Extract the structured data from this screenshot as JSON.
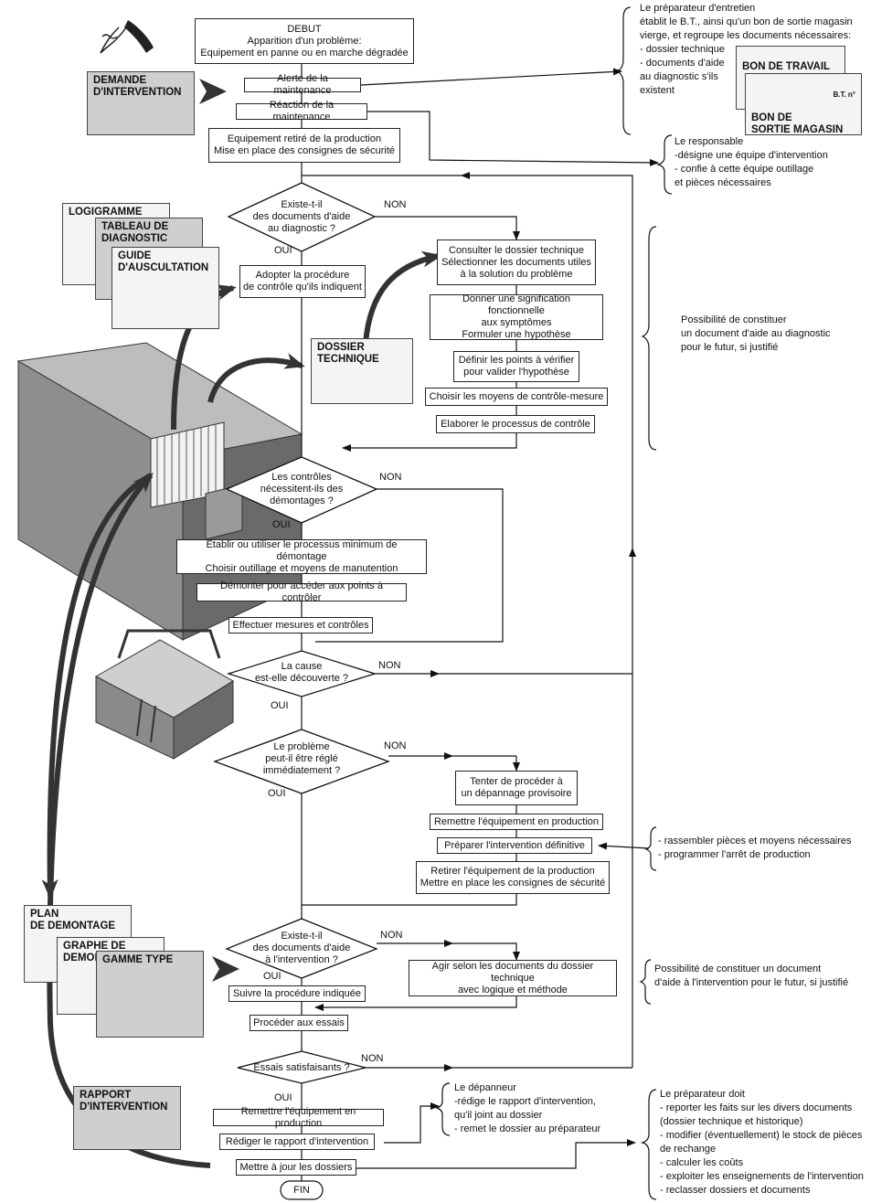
{
  "flow": {
    "start": {
      "title": "DEBUT",
      "line1": "Apparition d'un problème:",
      "line2": "Equipement en panne ou en marche dégradée"
    },
    "alerte": "Alerte de la maintenance",
    "reaction": "Réaction de la maintenance",
    "retire": {
      "line1": "Equipement retiré de la production",
      "line2": "Mise en place des consignes de sécurité"
    },
    "q1": {
      "line1": "Existe-t-il",
      "line2": "des documents d'aide",
      "line3": "au diagnostic ?"
    },
    "adopter": {
      "line1": "Adopter la procédure",
      "line2": "de contrôle qu'ils indiquent"
    },
    "consulter": {
      "line1": "Consulter le dossier technique",
      "line2": "Sélectionner les documents utiles",
      "line3": "à la solution du problème"
    },
    "donner": {
      "line1": "Donner une signification fonctionnelle",
      "line2": "aux symptômes",
      "line3": "Formuler une hypothèse"
    },
    "definir": {
      "line1": "Définir les points à vérifier",
      "line2": "pour valider l'hypothèse"
    },
    "choisir": "Choisir les moyens de contrôle-mesure",
    "elaborer": "Elaborer le processus de contrôle",
    "q2": {
      "line1": "Les contrôles",
      "line2": "nécessitent-ils des",
      "line3": "démontages ?"
    },
    "etablir": {
      "line1": "Etablir ou utiliser le processus minimum de démontage",
      "line2": "Choisir outillage et moyens de manutention"
    },
    "demonter": "Démonter pour accéder aux points à contrôler",
    "effectuer": "Effectuer mesures et contrôles",
    "q3": {
      "line1": "La cause",
      "line2": "est-elle découverte ?"
    },
    "q4": {
      "line1": "Le problème",
      "line2": "peut-il être réglé",
      "line3": "immédiatement ?"
    },
    "tenter": {
      "line1": "Tenter de procéder à",
      "line2": "un dépannage provisoire"
    },
    "remettre1": "Remettre l'équipement en production",
    "preparer": "Préparer l'intervention définitive",
    "retirer": {
      "line1": "Retirer l'équipement de la production",
      "line2": "Mettre en place les consignes de sécurité"
    },
    "q5": {
      "line1": "Existe-t-il",
      "line2": "des documents d'aide",
      "line3": "à l'intervention ?"
    },
    "agir": {
      "line1": "Agir selon les documents du dossier technique",
      "line2": "avec logique et méthode"
    },
    "suivre": "Suivre la procédure indiquée",
    "proceder": "Procéder aux essais",
    "q6": "Essais satisfaisants ?",
    "remettre2": "Remettre l'équipement en production",
    "rediger": "Rédiger le rapport d'intervention",
    "mettre": "Mettre à jour les dossiers",
    "fin": "FIN",
    "oui": "OUI",
    "non": "NON"
  },
  "notes": {
    "preparateur_top": "Le préparateur d'entretien\nétablit le B.T., ainsi qu'un bon de sortie magasin\nvierge, et regroupe les documents nécessaires:\n- dossier technique\n- documents d'aide\n  au diagnostic s'ils\n  existent",
    "responsable": "Le responsable\n-désigne une équipe d'intervention\n- confie à cette équipe outillage\n  et pièces nécessaires",
    "possibilite_diag": "Possibilité de constituer\nun document d'aide au diagnostic\npour le futur, si justifié",
    "rassembler": "- rassembler pièces et moyens nécessaires\n- programmer l'arrêt de production",
    "possibilite_inter": "Possibilité de constituer un document\nd'aide à l'intervention pour le futur, si justifié",
    "depanneur": "Le dépanneur\n-rédige le rapport d'intervention,\n  qu'il joint au dossier\n- remet le dossier au préparateur",
    "preparateur_doit": "Le préparateur doit\n- reporter les faits sur les divers documents\n  (dossier technique et historique)\n- modifier (éventuellement) le stock de pièces\n  de rechange\n- calculer les coûts\n- exploiter les enseignements de l'intervention\n- reclasser dossiers et documents"
  },
  "documents": {
    "demande": "DEMANDE\nD'INTERVENTION",
    "bon_travail": "BON DE TRAVAIL",
    "bt_no": "B.T. n°",
    "bon_sortie": "BON DE\nSORTIE MAGASIN",
    "logigramme": "LOGIGRAMME",
    "tableau": "TABLEAU DE\nDIAGNOSTIC",
    "guide": "GUIDE\nD'AUSCULTATION",
    "dossier": "DOSSIER\nTECHNIQUE",
    "plan": "PLAN\nDE DEMONTAGE",
    "graphe": "GRAPHE DE\nDEMONTAGE",
    "gamme": "GAMME TYPE",
    "rapport": "RAPPORT\nD'INTERVENTION"
  }
}
